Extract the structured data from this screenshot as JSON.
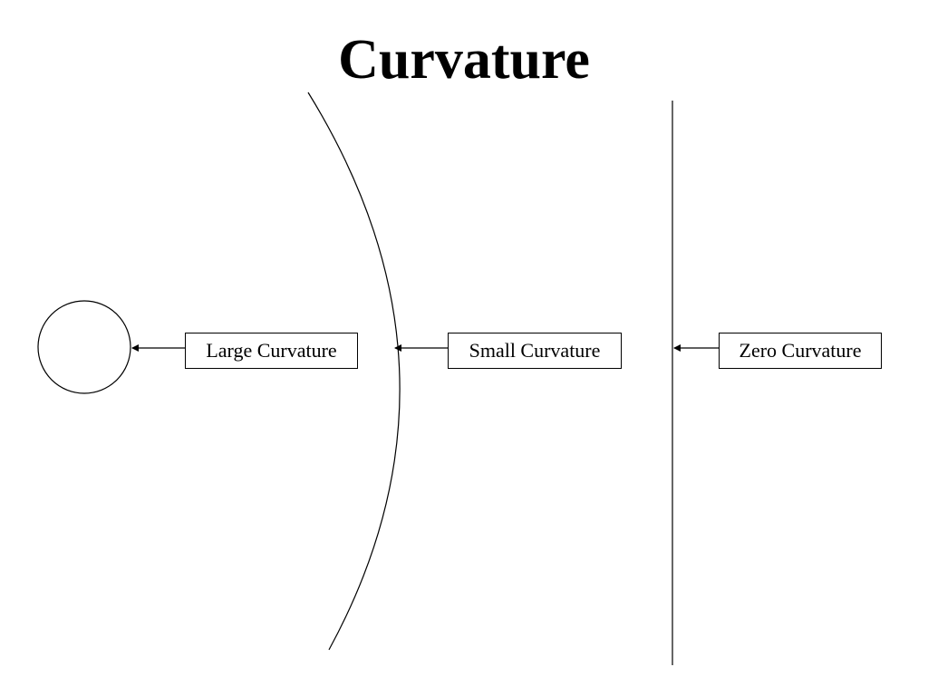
{
  "title": "Curvature",
  "labels": {
    "large": "Large Curvature",
    "small": "Small Curvature",
    "zero": "Zero Curvature"
  },
  "colors": {
    "stroke": "#000000",
    "background": "#ffffff"
  }
}
